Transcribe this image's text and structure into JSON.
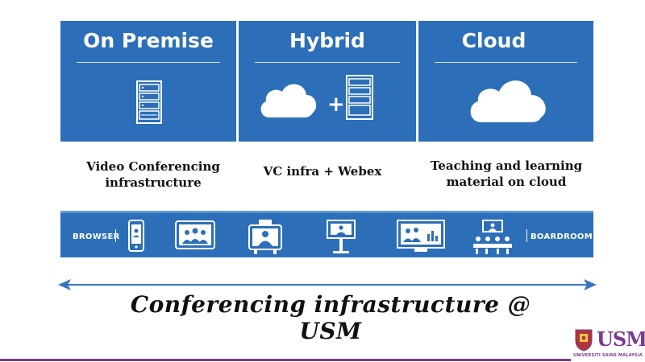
{
  "panels": [
    {
      "title": "On Premise",
      "description_line1": "Video Conferencing",
      "description_line2": "infrastructure",
      "icon": "server-rack-icon"
    },
    {
      "title": "Hybrid",
      "description_line1": "VC  infra + Webex",
      "description_line2": "",
      "icon": "cloud-plus-server-icon"
    },
    {
      "title": "Cloud",
      "description_line1": "Teaching and learning",
      "description_line2": "material on cloud",
      "icon": "cloud-icon"
    }
  ],
  "strip": {
    "left_label": "BROWSER",
    "right_label": "BOARDROOM",
    "icons": [
      "phone-icon",
      "tablet-conference-icon",
      "desktop-video-unit-icon",
      "kiosk-icon",
      "display-conference-icon",
      "boardroom-icon"
    ]
  },
  "main_title": "Conferencing infrastructure @ USM",
  "logo": {
    "text": "USM",
    "subtext": "UNIVERSITI SAINS MALAYSIA"
  },
  "colors": {
    "panel_blue": "#2c6fb8",
    "arrow_blue": "#3b73c4",
    "bottom_line": "#7a3b8f"
  }
}
